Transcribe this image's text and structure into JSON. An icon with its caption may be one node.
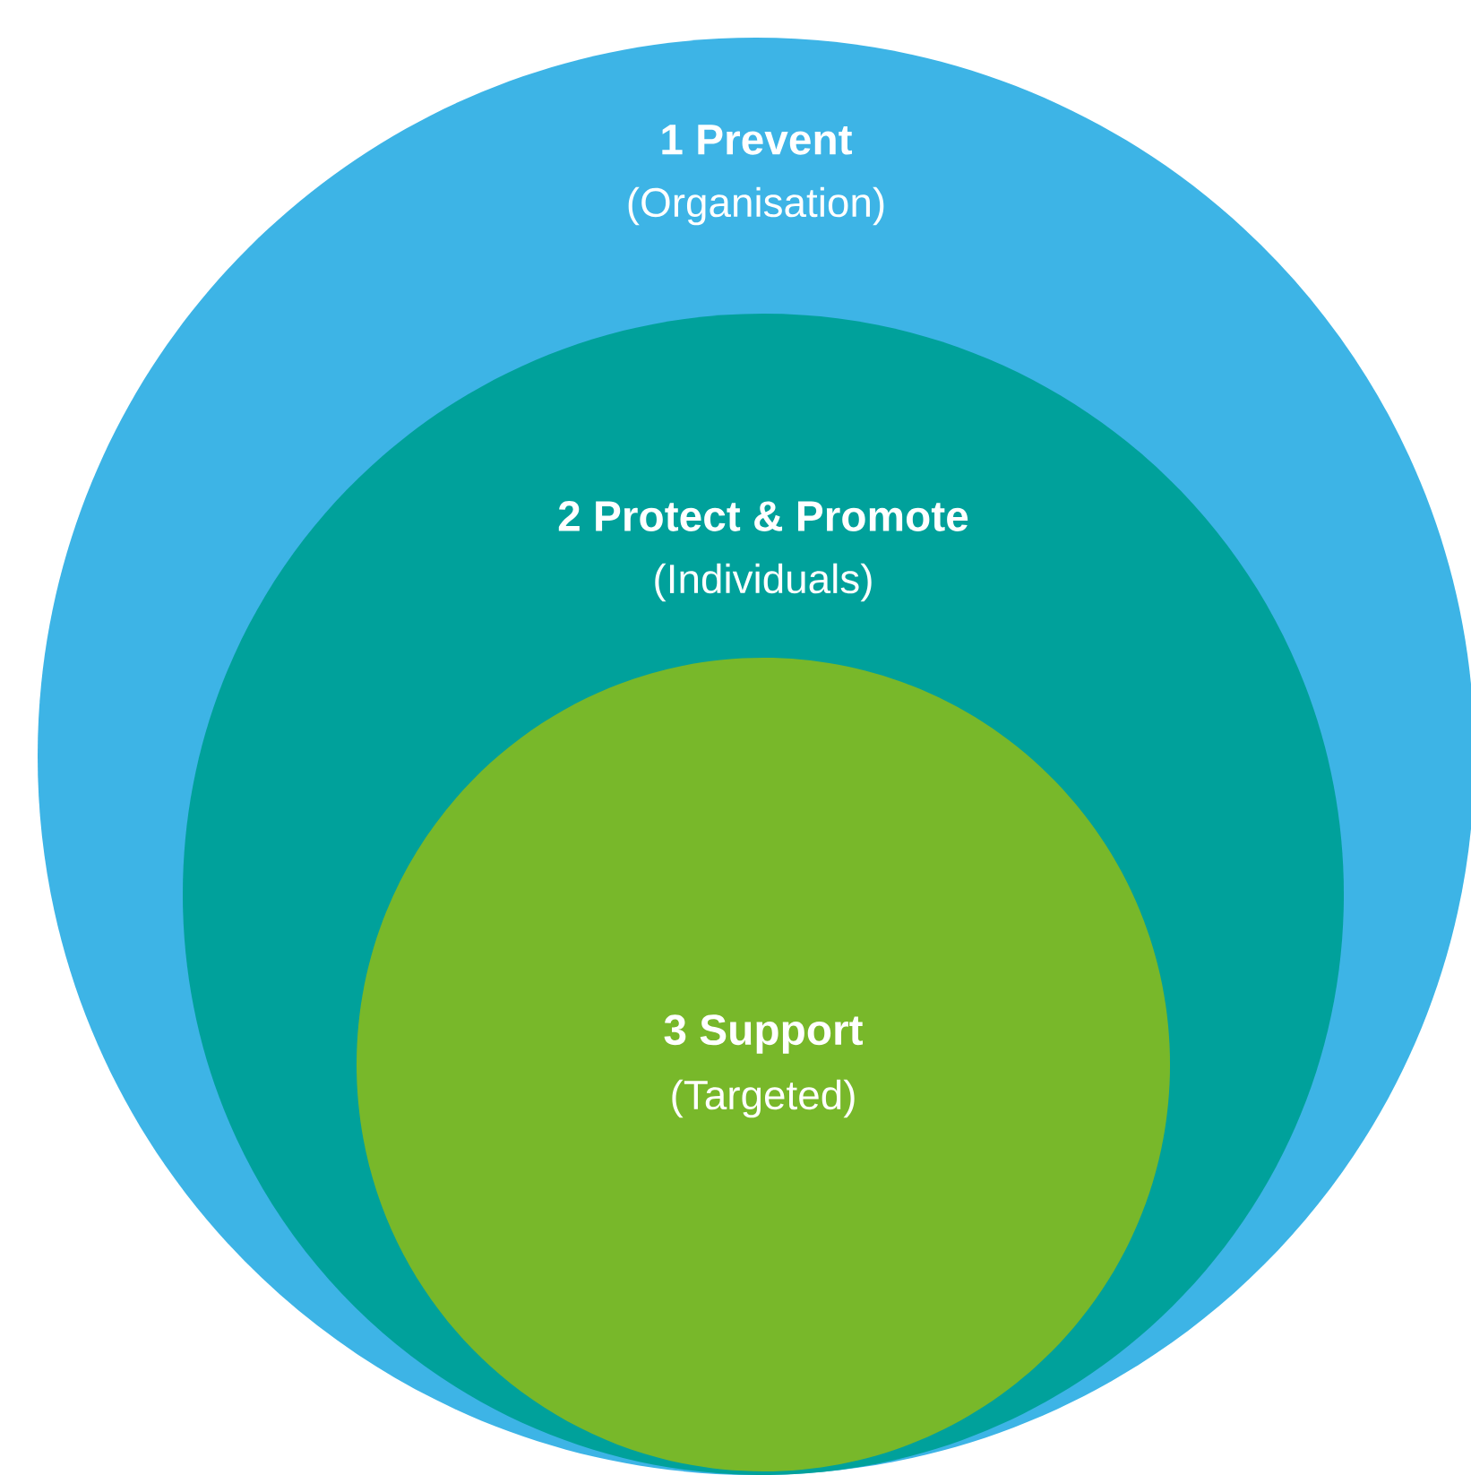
{
  "diagram": {
    "nodes": [
      {
        "text": [
          "1 Prevent",
          "(Organisation)"
        ]
      },
      {
        "text": [
          "2 Protect & Promote",
          "(Individuals)"
        ],
        "in": 0
      },
      {
        "text": [
          "3 Support",
          "(Targeted)"
        ],
        "in": 1
      }
    ]
  }
}
